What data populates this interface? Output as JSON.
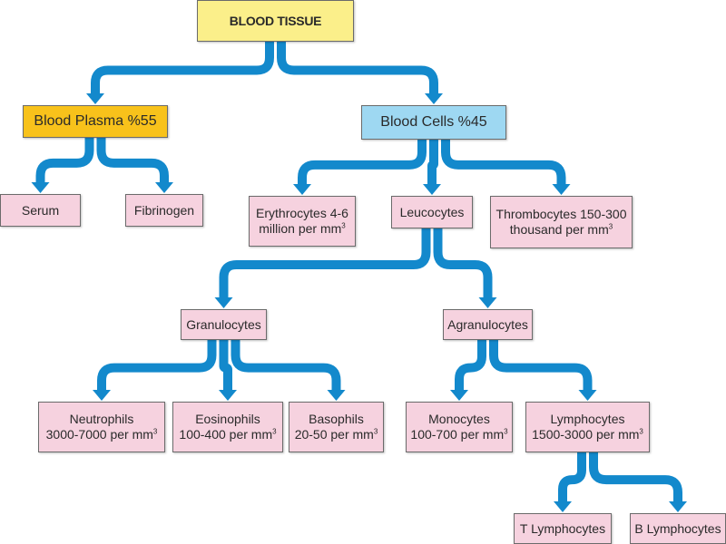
{
  "colors": {
    "arrow": "#1389cc",
    "root_fill": "#fbef8a",
    "plasma_fill": "#f8c21b",
    "cells_fill": "#9ed8f2",
    "leaf_fill": "#f6d2df",
    "border": "#6b6b6b"
  },
  "nodes": {
    "blood_tissue": {
      "line1": "BLOOD TISSUE"
    },
    "blood_plasma": {
      "line1": "Blood Plasma %55"
    },
    "blood_cells": {
      "line1": "Blood Cells %45"
    },
    "serum": {
      "line1": "Serum"
    },
    "fibrinogen": {
      "line1": "Fibrinogen"
    },
    "erythrocytes": {
      "line1": "Erythrocytes 4-6",
      "line2": "million per mm",
      "sup": "3"
    },
    "leucocytes": {
      "line1": "Leucocytes"
    },
    "thrombocytes": {
      "line1": "Thrombocytes 150-300",
      "line2": "thousand per mm",
      "sup": "3"
    },
    "granulocytes": {
      "line1": "Granulocytes"
    },
    "agranulocytes": {
      "line1": "Agranulocytes"
    },
    "neutrophils": {
      "line1": "Neutrophils",
      "line2": "3000-7000 per mm",
      "sup": "3"
    },
    "eosinophils": {
      "line1": "Eosinophils",
      "line2": "100-400 per mm",
      "sup": "3"
    },
    "basophils": {
      "line1": "Basophils",
      "line2": "20-50 per mm",
      "sup": "3"
    },
    "monocytes": {
      "line1": "Monocytes",
      "line2": "100-700 per mm",
      "sup": "3"
    },
    "lymphocytes": {
      "line1": "Lymphocytes",
      "line2": "1500-3000 per mm",
      "sup": "3"
    },
    "t_lymphocytes": {
      "line1": "T Lymphocytes"
    },
    "b_lymphocytes": {
      "line1": "B Lymphocytes"
    }
  },
  "edges": [
    [
      "blood_tissue",
      "blood_plasma"
    ],
    [
      "blood_tissue",
      "blood_cells"
    ],
    [
      "blood_plasma",
      "serum"
    ],
    [
      "blood_plasma",
      "fibrinogen"
    ],
    [
      "blood_cells",
      "erythrocytes"
    ],
    [
      "blood_cells",
      "leucocytes"
    ],
    [
      "blood_cells",
      "thrombocytes"
    ],
    [
      "leucocytes",
      "granulocytes"
    ],
    [
      "leucocytes",
      "agranulocytes"
    ],
    [
      "granulocytes",
      "neutrophils"
    ],
    [
      "granulocytes",
      "eosinophils"
    ],
    [
      "granulocytes",
      "basophils"
    ],
    [
      "agranulocytes",
      "monocytes"
    ],
    [
      "agranulocytes",
      "lymphocytes"
    ],
    [
      "lymphocytes",
      "t_lymphocytes"
    ],
    [
      "lymphocytes",
      "b_lymphocytes"
    ]
  ]
}
